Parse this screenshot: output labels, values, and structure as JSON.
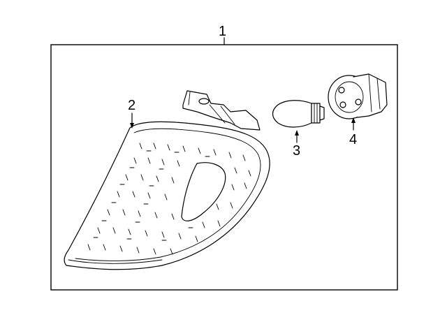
{
  "diagram": {
    "callouts": [
      {
        "id": "assembly",
        "label": "1"
      },
      {
        "id": "lens",
        "label": "2"
      },
      {
        "id": "bulb",
        "label": "3"
      },
      {
        "id": "socket",
        "label": "4"
      }
    ]
  }
}
